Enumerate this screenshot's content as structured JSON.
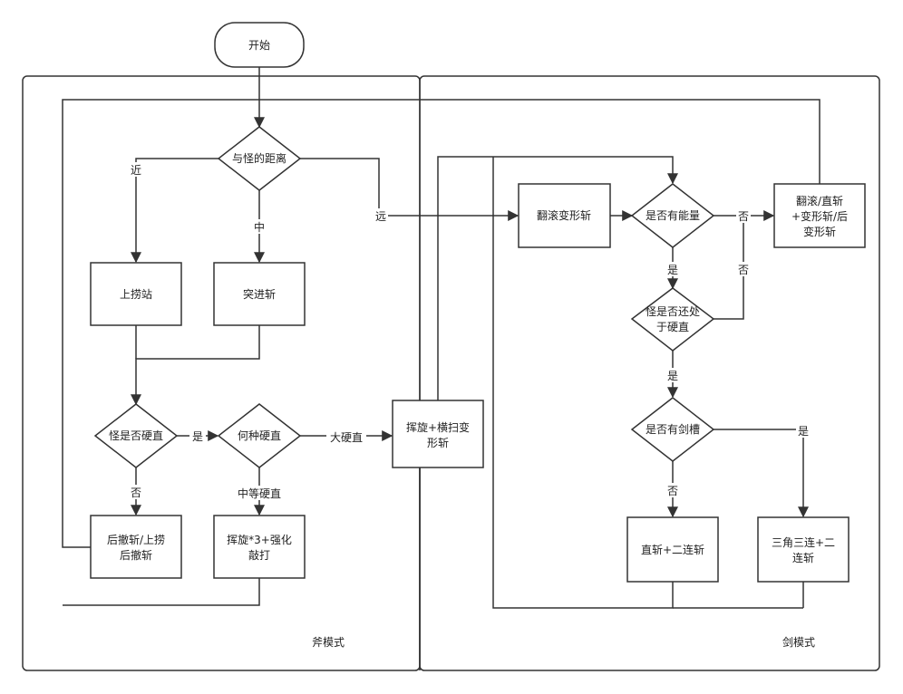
{
  "nodes": {
    "start": "开始",
    "distance": "与怪的距离",
    "uppercut": "上捞站",
    "dash": "突进斩",
    "stagger": "怪是否硬直",
    "stagger_type": "何种硬直",
    "backslash_1": "后撤斩/上捞",
    "backslash_2": "后撤斩",
    "spin_combo_1": "挥旋*3+强化",
    "spin_combo_2": "敲打",
    "spin_sweep_1": "挥旋+横扫变",
    "spin_sweep_2": "形斩",
    "roll_morph": "翻滚变形斩",
    "energy": "是否有能量",
    "roll_options_1": "翻滚/直斩",
    "roll_options_2": "+变形斩/后",
    "roll_options_3": "变形斩",
    "still_stagger_1": "怪是否还处",
    "still_stagger_2": "于硬直",
    "sword_gauge": "是否有剑槽",
    "straight_double": "直斩+二连斩",
    "triple_1": "三角三连+二",
    "triple_2": "连斩"
  },
  "labels": {
    "near": "近",
    "mid": "中",
    "far": "远",
    "stagger_yes": "是",
    "stagger_no": "否",
    "big_stagger": "大硬直",
    "mid_stagger": "中等硬直",
    "energy_no": "否",
    "energy_yes": "是",
    "still_no": "否",
    "still_yes": "是",
    "gauge_yes": "是",
    "gauge_no": "否"
  },
  "sections": {
    "axe_mode": "斧模式",
    "sword_mode": "剑模式"
  }
}
